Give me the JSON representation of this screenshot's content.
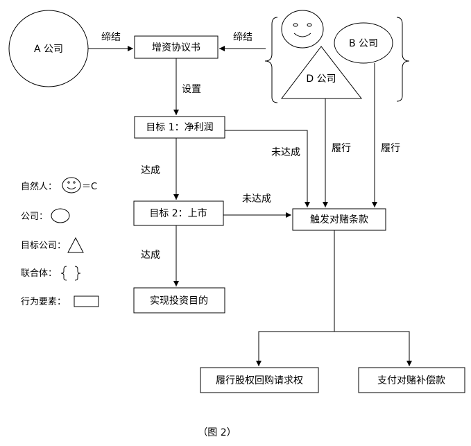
{
  "nodes": {
    "company_a": "A 公司",
    "company_b": "B 公司",
    "company_d": "D 公司",
    "agreement": "增资协议书",
    "goal1": "目标 1：净利润",
    "goal2": "目标 2：上市",
    "achieve_goal": "实现投资目的",
    "trigger": "触发对赌条款",
    "buyback": "履行股权回购请求权",
    "compensation": "支付对赌补偿款"
  },
  "edges": {
    "sign_a": "缔结",
    "sign_b": "缔结",
    "set": "设置",
    "reached1": "达成",
    "reached2": "达成",
    "not_reached1": "未达成",
    "not_reached2": "未达成",
    "perform_d": "履行",
    "perform_b": "履行"
  },
  "legend": {
    "person_label": "自然人：",
    "person_suffix": "＝C",
    "company_label": "公司：",
    "target_label": "目标公司：",
    "consortium_label": "联合体：",
    "element_label": "行为要素："
  },
  "caption": "（图 2）"
}
